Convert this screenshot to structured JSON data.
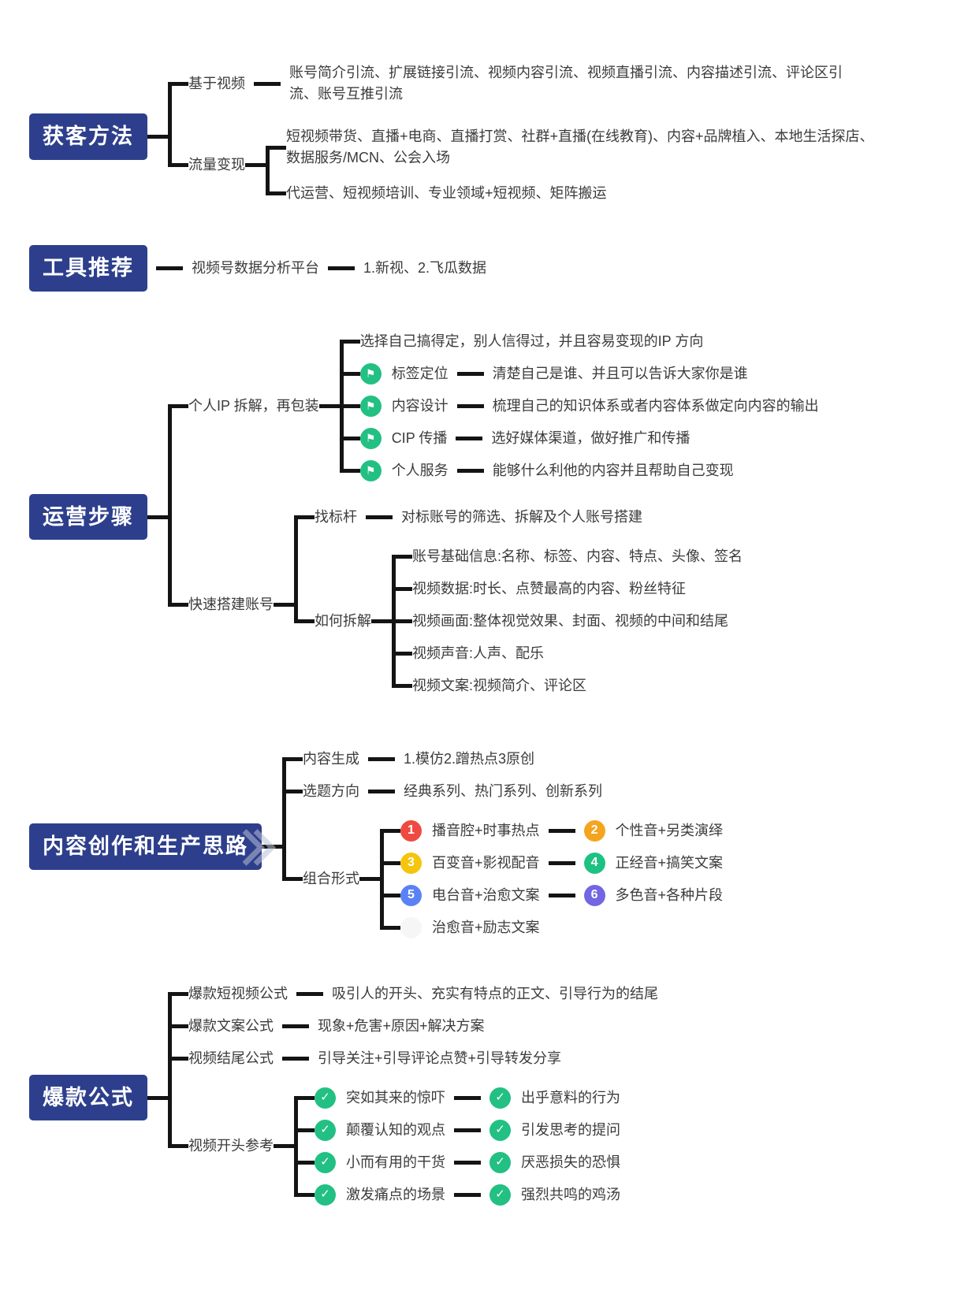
{
  "colors": {
    "header_bg": "#2d3f8c",
    "line": "#141414",
    "text": "#3b3b3b",
    "flag_green": "#22c083",
    "check_green": "#22c083",
    "num1_red": "#ef4a41",
    "num2_orange": "#f5a41f",
    "num3_yellow": "#f4c50c",
    "num4_green": "#1ec184",
    "num5_blue": "#5b82f5",
    "num6_purple": "#7465e3"
  },
  "icons": {
    "flag": "⚑",
    "check": "✓"
  },
  "sections": {
    "acquisition": {
      "title": "获客方法",
      "video_based": {
        "label": "基于视频",
        "desc": "账号简介引流、扩展链接引流、视频内容引流、视频直播引流、内容描述引流、评论区引流、账号互推引流"
      },
      "monetization": {
        "label": "流量变现",
        "item1": "短视频带货、直播+电商、直播打赏、社群+直播(在线教育)、内容+品牌植入、本地生活探店、数据服务/MCN、公会入场",
        "item2": "代运营、短视频培训、专业领域+短视频、矩阵搬运"
      }
    },
    "tools": {
      "title": "工具推荐",
      "platform": "视频号数据分析平台",
      "desc": "1.新视、2.飞瓜数据"
    },
    "operation": {
      "title": "运营步骤",
      "ip": {
        "label": "个人IP 拆解，再包装",
        "intro": "选择自己搞得定，别人信得过，并且容易变现的IP 方向",
        "rows": [
          {
            "label": "标签定位",
            "desc": "清楚自己是谁、并且可以告诉大家你是谁"
          },
          {
            "label": "内容设计",
            "desc": "梳理自己的知识体系或者内容体系做定向内容的输出"
          },
          {
            "label": "CIP 传播",
            "desc": "选好媒体渠道，做好推广和传播"
          },
          {
            "label": "个人服务",
            "desc": "能够什么利他的内容并且帮助自己变现"
          }
        ]
      },
      "build": {
        "label": "快速搭建账号",
        "benchmark": {
          "label": "找标杆",
          "desc": "对标账号的筛选、拆解及个人账号搭建"
        },
        "dismantle": {
          "label": "如何拆解",
          "items": [
            "账号基础信息:名称、标签、内容、特点、头像、签名",
            "视频数据:时长、点赞最高的内容、粉丝特征",
            "视频画面:整体视觉效果、封面、视频的中间和结尾",
            "视频声音:人声、配乐",
            "视频文案:视频简介、评论区"
          ]
        }
      }
    },
    "creation": {
      "title": "内容创作和生产思路",
      "generation": {
        "label": "内容生成",
        "desc": "1.模仿2.蹭热点3原创"
      },
      "topics": {
        "label": "选题方向",
        "desc": "经典系列、热门系列、创新系列"
      },
      "combos": {
        "label": "组合形式",
        "rows": [
          {
            "num1": "1",
            "left": "播音腔+时事热点",
            "num2": "2",
            "right": "个性音+另类演绎"
          },
          {
            "num1": "3",
            "left": "百变音+影视配音",
            "num2": "4",
            "right": "正经音+搞笑文案"
          },
          {
            "num1": "5",
            "left": "电台音+治愈文案",
            "num2": "6",
            "right": "多色音+各种片段"
          },
          {
            "left": "治愈音+励志文案"
          }
        ]
      }
    },
    "viral": {
      "title": "爆款公式",
      "rows": [
        {
          "label": "爆款短视频公式",
          "desc": "吸引人的开头、充实有特点的正文、引导行为的结尾"
        },
        {
          "label": "爆款文案公式",
          "desc": "现象+危害+原因+解决方案"
        },
        {
          "label": "视频结尾公式",
          "desc": "引导关注+引导评论点赞+引导转发分享"
        }
      ],
      "openings": {
        "label": "视频开头参考",
        "rows": [
          {
            "left": "突如其来的惊吓",
            "right": "出乎意料的行为"
          },
          {
            "left": "颠覆认知的观点",
            "right": "引发思考的提问"
          },
          {
            "left": "小而有用的干货",
            "right": "厌恶损失的恐惧"
          },
          {
            "left": "激发痛点的场景",
            "right": "强烈共鸣的鸡汤"
          }
        ]
      }
    }
  }
}
